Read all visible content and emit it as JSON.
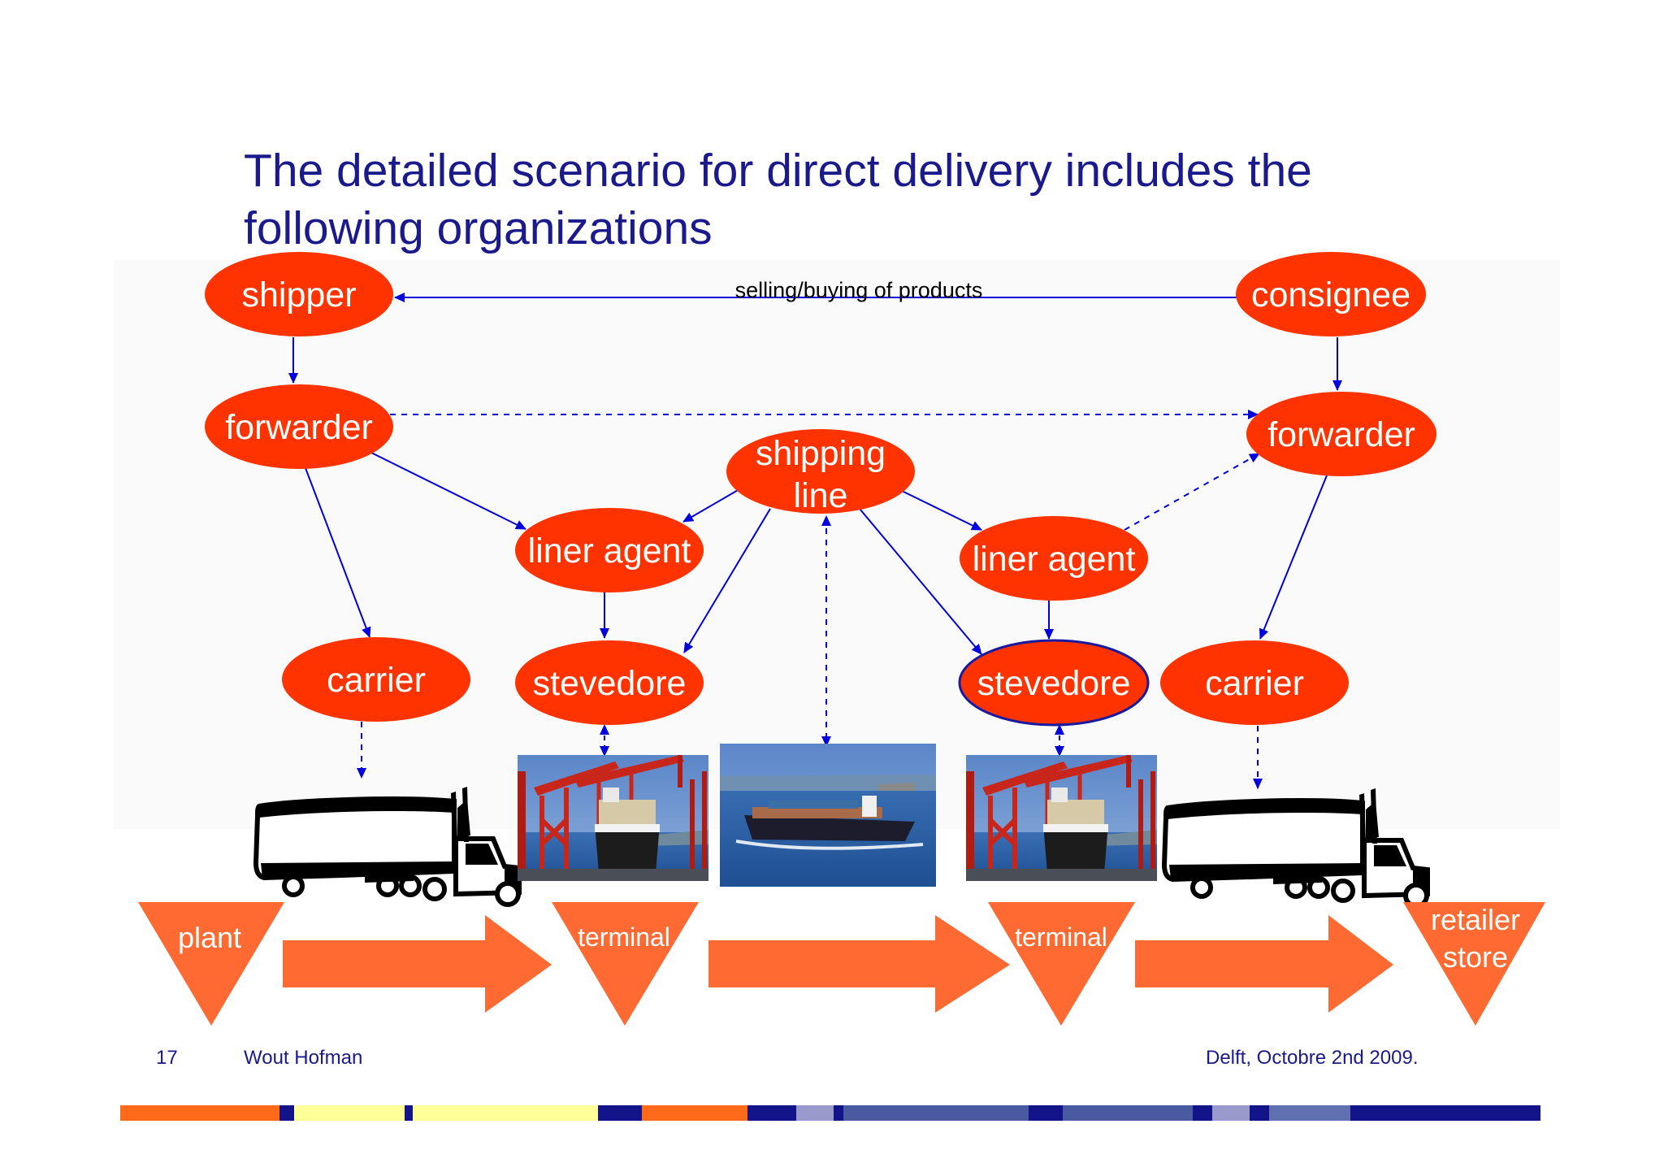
{
  "slide": {
    "title": "The detailed scenario for direct delivery includes the following organizations"
  },
  "diagram": {
    "nodes": {
      "shipper": "shipper",
      "consignee": "consignee",
      "forwarder_left": "forwarder",
      "forwarder_right": "forwarder",
      "shipping_line_line1": "shipping",
      "shipping_line_line2": "line",
      "liner_agent_left": "liner agent",
      "liner_agent_right": "liner agent",
      "carrier_left": "carrier",
      "carrier_right": "carrier",
      "stevedore_left": "stevedore",
      "stevedore_right": "stevedore"
    },
    "edge_labels": {
      "trade": "selling/buying of products"
    },
    "chain": {
      "plant": "plant",
      "terminal_left": "terminal",
      "terminal_right": "terminal",
      "retailer_line1": "retailer",
      "retailer_line2": "store"
    },
    "pictures": [
      "truck-icon",
      "container-crane-photo",
      "container-ship-photo",
      "container-crane-photo",
      "truck-icon"
    ]
  },
  "colors": {
    "node_fill": "#ff3300",
    "title_text": "#1a1a8c",
    "arrow": "#0000dd",
    "flow_arrow": "#ff6a33",
    "highlight_outline": "#1a1aa0"
  },
  "footer": {
    "page_number": "17",
    "author": "Wout Hofman",
    "place_date": "Delft, Octobre 2nd 2009."
  }
}
